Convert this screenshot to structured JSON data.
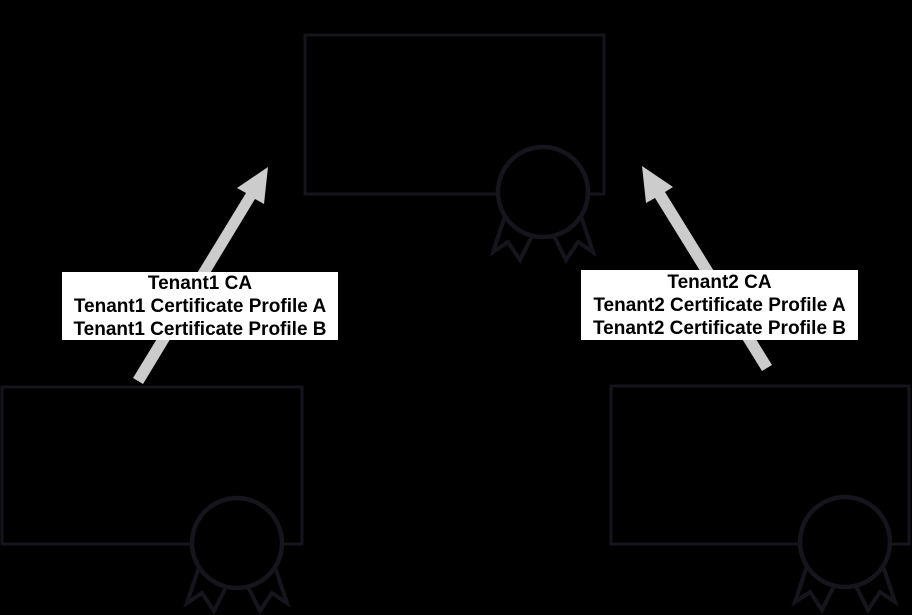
{
  "diagram": {
    "background_color": "#000000",
    "outline_color": "#15151b",
    "arrow_color": "#cccccc",
    "label_box_bg": "#ffffff",
    "label_text_color": "#000000"
  },
  "labels": {
    "tenant1": {
      "lines": [
        "Tenant1 CA",
        "Tenant1 Certificate Profile A",
        "Tenant1 Certificate Profile B"
      ]
    },
    "tenant2": {
      "lines": [
        "Tenant2 CA",
        "Tenant2 Certificate Profile A",
        "Tenant2 Certificate Profile B"
      ]
    }
  }
}
